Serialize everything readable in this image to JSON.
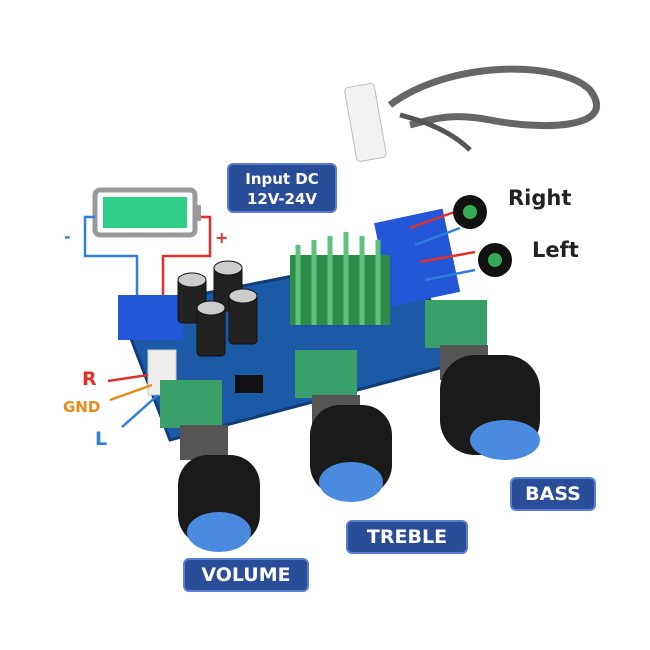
{
  "labels": {
    "input_dc_line1": "Input DC",
    "input_dc_line2": "12V-24V",
    "minus": "-",
    "plus": "+",
    "right": "Right",
    "left": "Left",
    "r": "R",
    "gnd": "GND",
    "l": "L",
    "volume": "VOLUME",
    "treble": "TREBLE",
    "bass": "BASS"
  },
  "colors": {
    "badge": "#2a4d9a",
    "pcb": "#1c5aa8",
    "battery_fill": "#2fcf8a",
    "red_wire": "#e0302a",
    "blue_wire": "#2f7fe0",
    "orange_wire": "#e88a1a"
  }
}
